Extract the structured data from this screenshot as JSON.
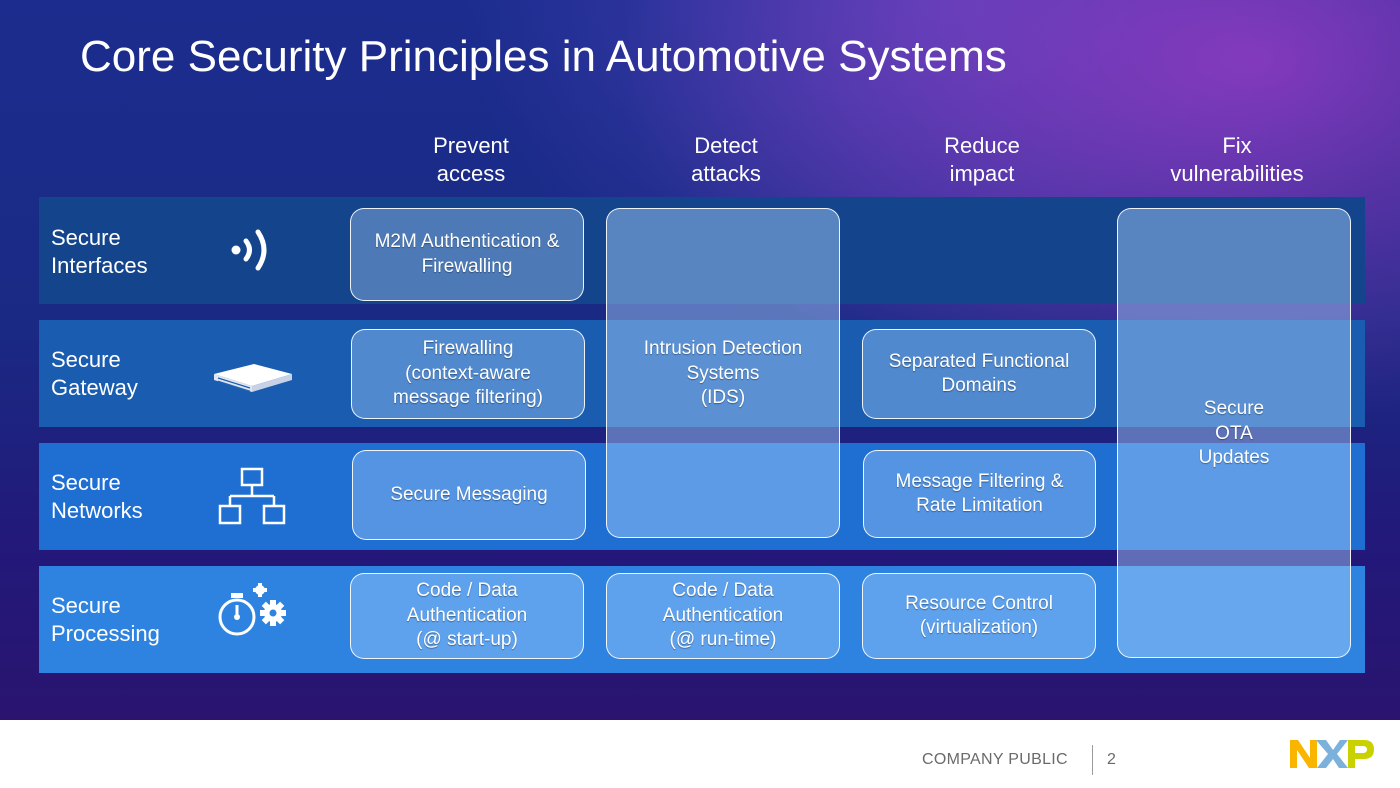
{
  "title": "Core Security Principles in Automotive Systems",
  "columns": [
    {
      "label": "Prevent\naccess"
    },
    {
      "label": "Detect\nattacks"
    },
    {
      "label": "Reduce\nimpact"
    },
    {
      "label": "Fix\nvulnerabilities"
    }
  ],
  "rows": [
    {
      "label": "Secure\nInterfaces",
      "icon": "wireless-signal-icon"
    },
    {
      "label": "Secure\nGateway",
      "icon": "gateway-device-icon"
    },
    {
      "label": "Secure\nNetworks",
      "icon": "network-topology-icon"
    },
    {
      "label": "Secure\nProcessing",
      "icon": "processing-gears-icon"
    }
  ],
  "cells": {
    "m2m": "M2M Authentication &\nFirewalling",
    "firewalling": "Firewalling\n(context-aware\nmessage filtering)",
    "secure_messaging": "Secure Messaging",
    "code_startup": "Code / Data\nAuthentication\n(@ start-up)",
    "ids": "Intrusion Detection\nSystems\n(IDS)",
    "code_runtime": "Code / Data\nAuthentication\n(@ run-time)",
    "separated_domains": "Separated Functional\nDomains",
    "message_filtering": "Message Filtering &\nRate Limitation",
    "resource_control": "Resource Control\n(virtualization)",
    "ota": "Secure\nOTA\nUpdates"
  },
  "footer": {
    "classification": "COMPANY PUBLIC",
    "page_number": "2",
    "logo_text": "NXP"
  },
  "colors": {
    "band_interfaces": "#14458c",
    "band_gateway": "#1a5cb0",
    "band_networks": "#1f6ed2",
    "band_processing": "#2f83e0",
    "logo_yellow": "#f9b500",
    "logo_blue": "#7bb1db",
    "logo_green": "#c9d200"
  }
}
